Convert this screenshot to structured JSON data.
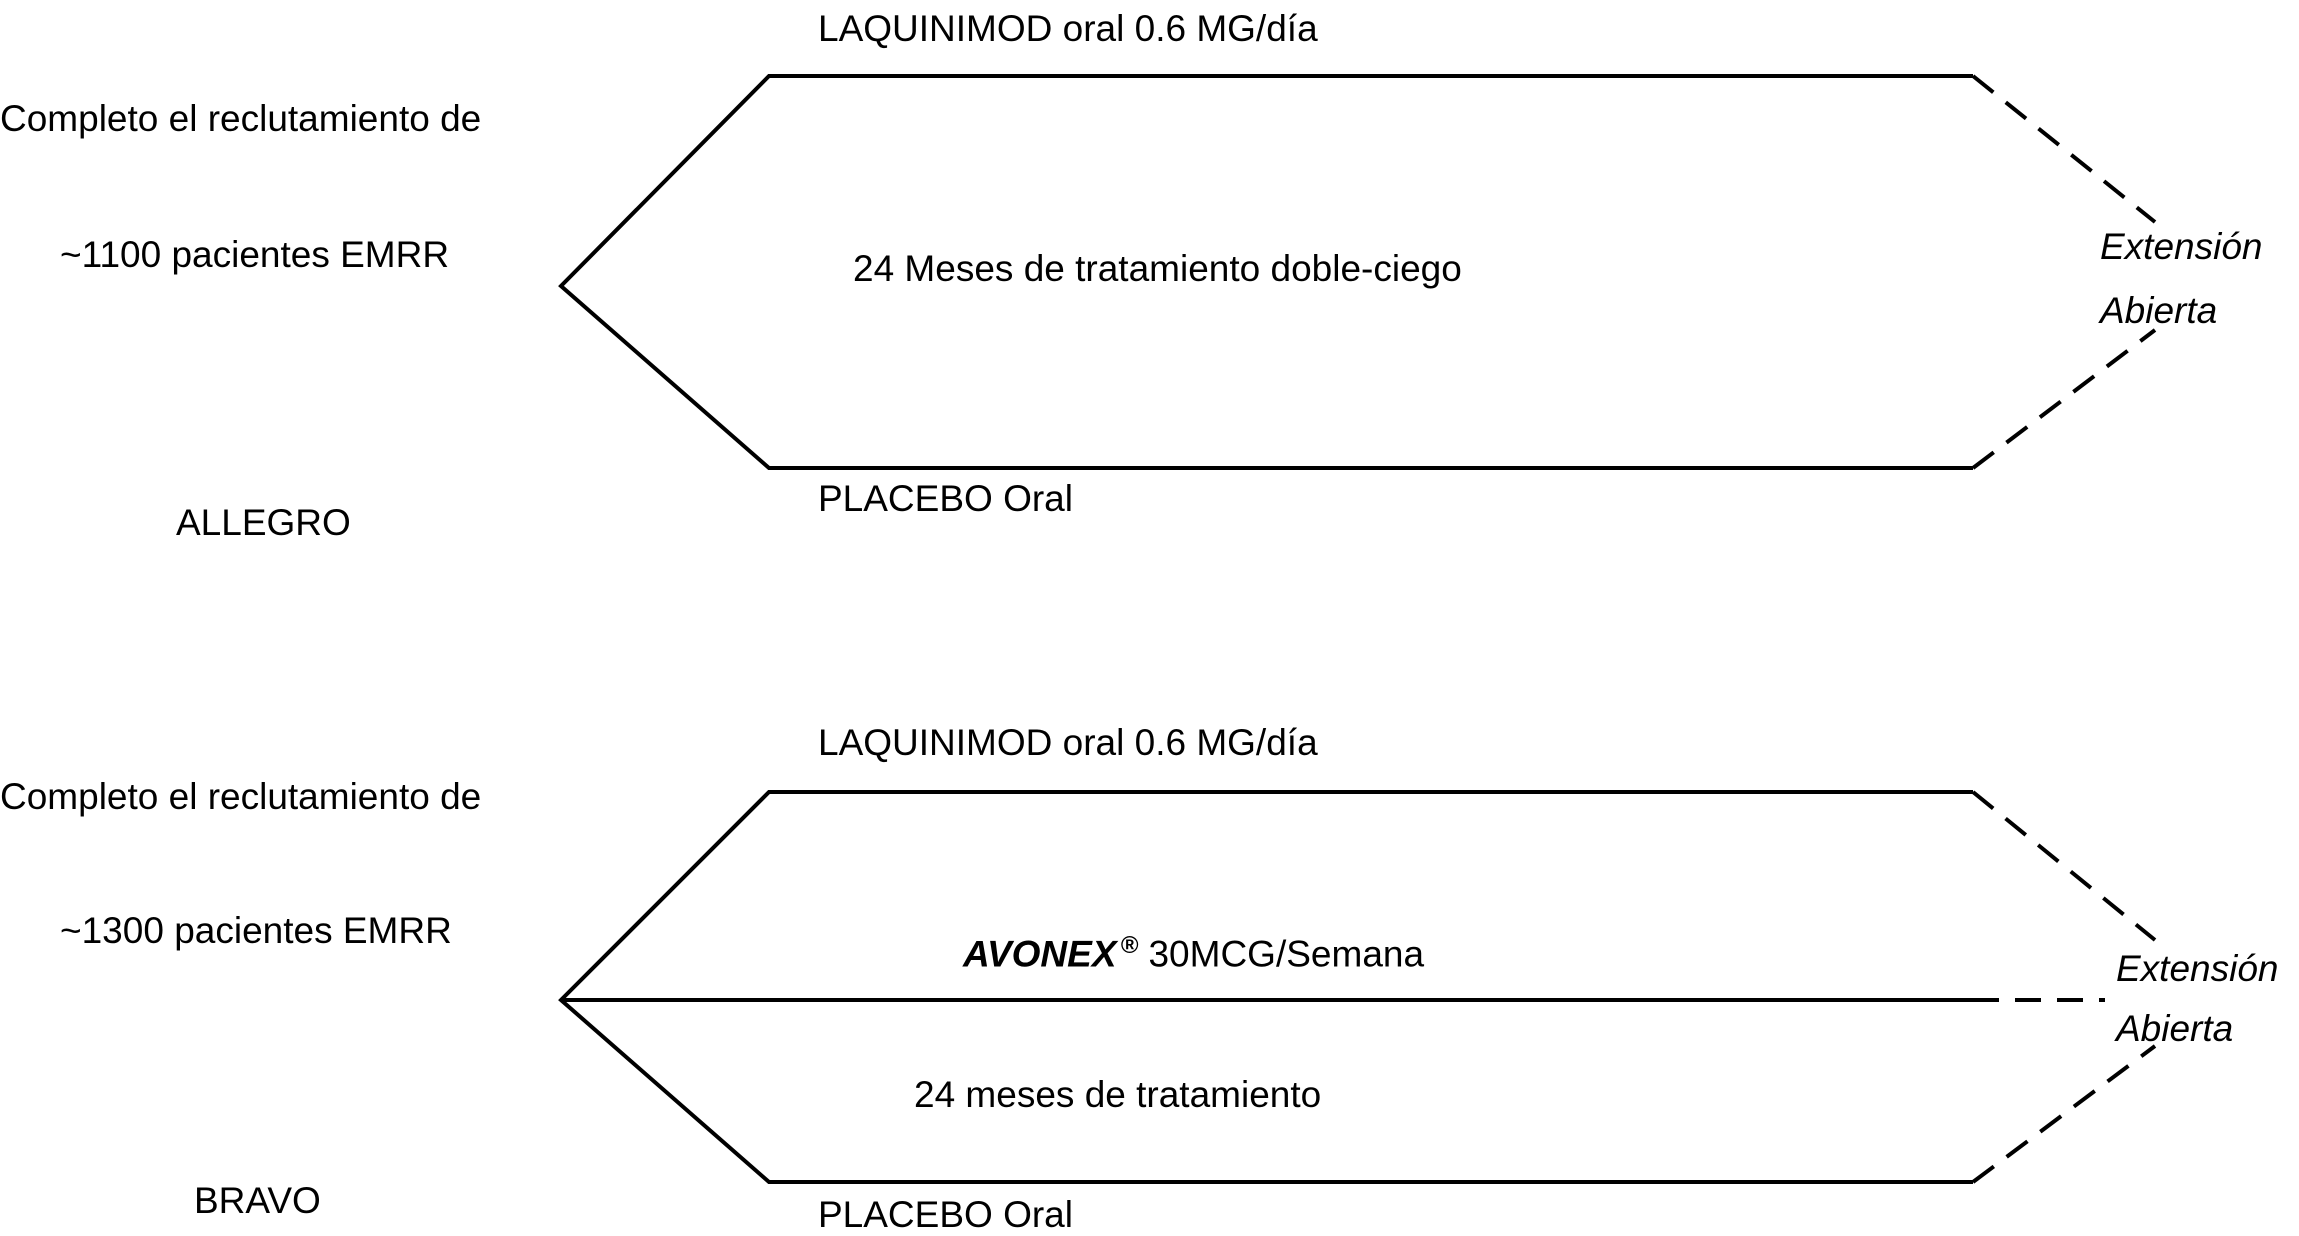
{
  "allegro": {
    "name": "ALLEGRO",
    "enroll_line1": "Completo el reclutamiento de",
    "enroll_line2": "~1100 pacientes EMRR",
    "top_arm": "LAQUINIMOD oral 0.6 MG/día",
    "bottom_arm": "PLACEBO Oral",
    "treatment": "24 Meses de tratamiento doble-ciego",
    "extension_line1": "Extensión",
    "extension_line2": "Abierta"
  },
  "bravo": {
    "name": "BRAVO",
    "enroll_line1": "Completo el reclutamiento de",
    "enroll_line2": "~1300 pacientes EMRR",
    "top_arm": "LAQUINIMOD oral 0.6 MG/día",
    "middle_arm_brand": "AVONEX",
    "middle_arm_reg": "®",
    "middle_arm_dose": " 30MCG/Semana",
    "treatment": "24 meses de tratamiento",
    "bottom_arm": "PLACEBO Oral",
    "extension_line1": "Extensión",
    "extension_line2": "Abierta"
  },
  "colors": {
    "line": "#000000",
    "background": "#ffffff"
  }
}
